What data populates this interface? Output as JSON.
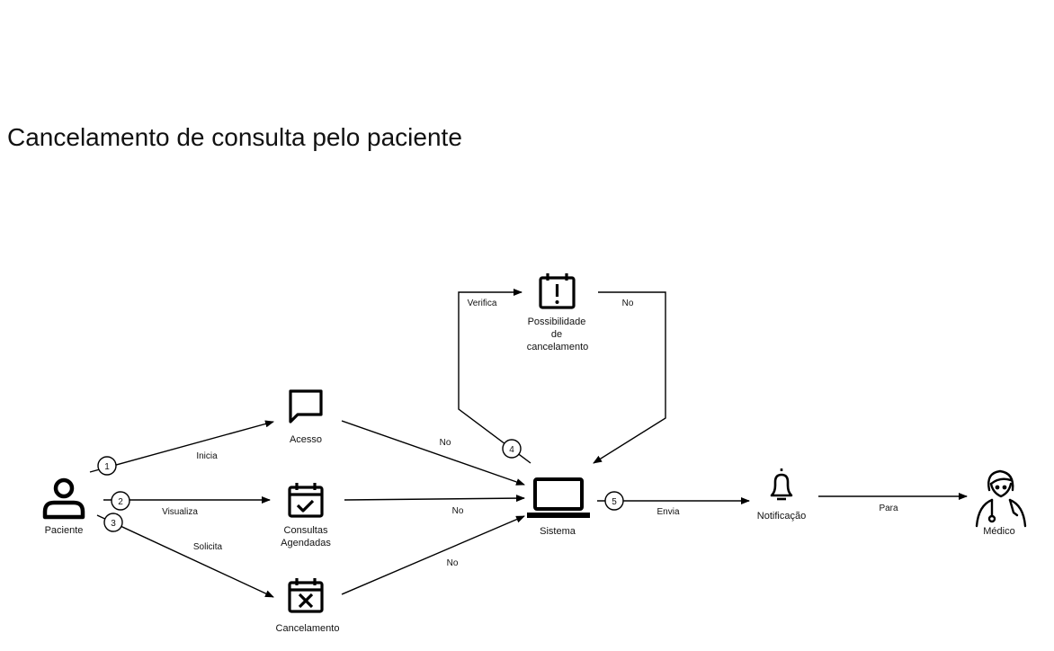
{
  "title": "Cancelamento de consulta pelo paciente",
  "nodes": {
    "paciente": "Paciente",
    "acesso": "Acesso",
    "consultas_line1": "Consultas",
    "consultas_line2": "Agendadas",
    "cancelamento": "Cancelamento",
    "sistema": "Sistema",
    "possibilidade_line1": "Possibilidade",
    "possibilidade_line2": "de",
    "possibilidade_line3": "cancelamento",
    "notificacao": "Notificação",
    "medico": "Médico"
  },
  "edges": {
    "inicia": "Inicia",
    "visualiza": "Visualiza",
    "solicita": "Solicita",
    "no_acesso": "No",
    "no_consultas": "No",
    "no_cancelamento": "No",
    "verifica": "Verifica",
    "no_possibilidade": "No",
    "envia": "Envia",
    "para": "Para"
  },
  "steps": {
    "s1": "1",
    "s2": "2",
    "s3": "3",
    "s4": "4",
    "s5": "5"
  },
  "icons": {
    "paciente": "user-icon",
    "acesso": "chat-icon",
    "consultas": "calendar-check-icon",
    "cancelamento": "calendar-x-icon",
    "sistema": "laptop-icon",
    "possibilidade": "calendar-alert-icon",
    "notificacao": "bell-icon",
    "medico": "doctor-icon"
  }
}
